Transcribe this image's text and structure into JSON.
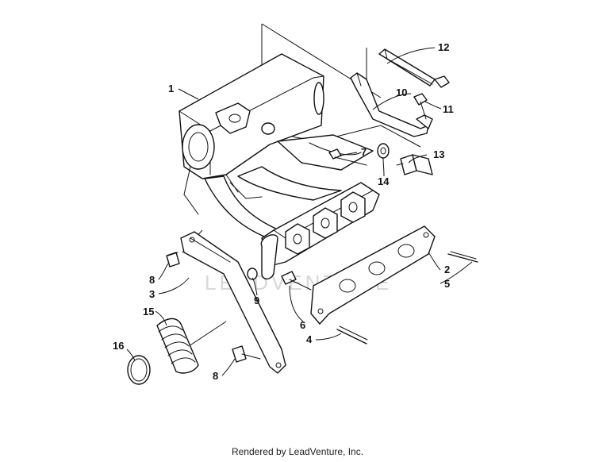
{
  "callouts": [
    "1",
    "2",
    "3",
    "4",
    "5",
    "6",
    "7",
    "8",
    "9",
    "10",
    "11",
    "12",
    "13",
    "14",
    "15",
    "16",
    "8"
  ],
  "watermark": "LEADVENTURE",
  "footer": "Rendered by LeadVenture, Inc."
}
